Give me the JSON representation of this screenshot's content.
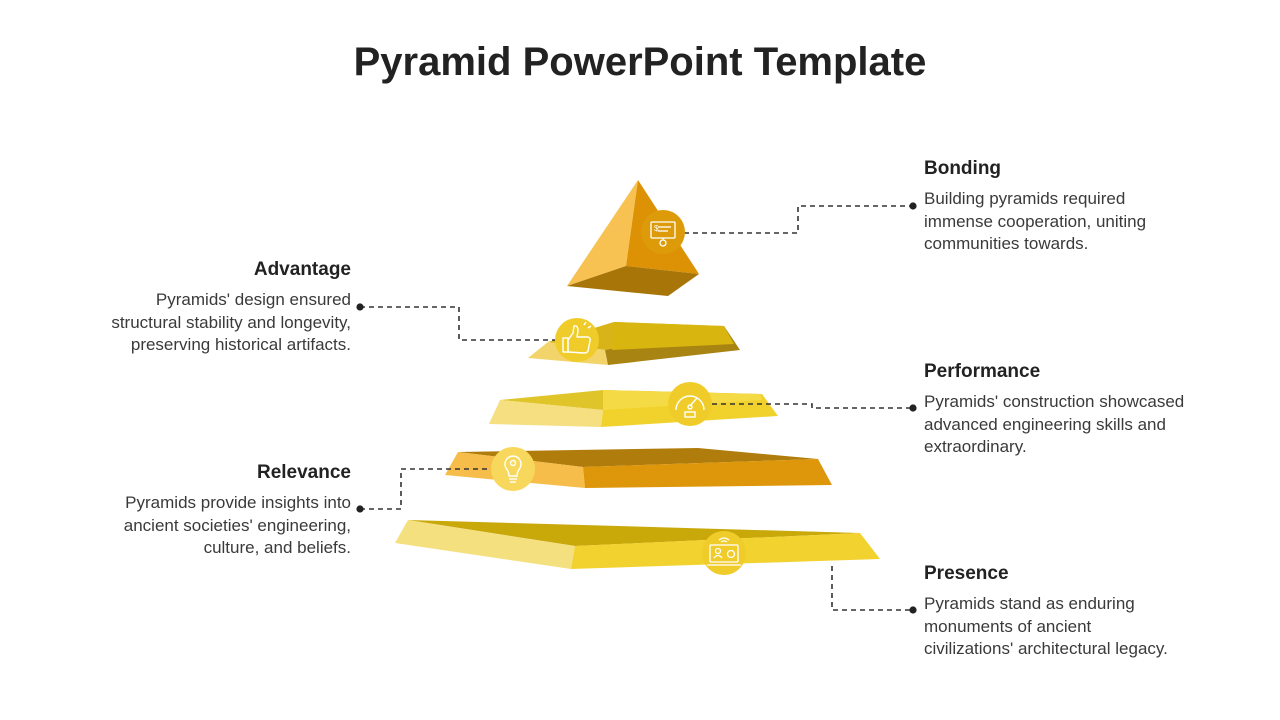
{
  "title": "Pyramid PowerPoint Template",
  "colors": {
    "connector": "#333333",
    "icon_circle_gold": "#f0cc2b",
    "icon_circle_orange": "#dd9b0a",
    "icon_line": "#ffffff"
  },
  "items": [
    {
      "heading": "Bonding",
      "body": [
        "Building pyramids required",
        "immense cooperation, uniting",
        "communities towards."
      ],
      "icon": "presentation-board-icon"
    },
    {
      "heading": "Advantage",
      "body": [
        "Pyramids' design ensured",
        "structural stability and longevity,",
        "preserving historical artifacts."
      ],
      "icon": "thumbs-up-icon"
    },
    {
      "heading": "Performance",
      "body": [
        "Pyramids' construction showcased",
        "advanced engineering skills and",
        "extraordinary."
      ],
      "icon": "speedometer-icon"
    },
    {
      "heading": "Relevance",
      "body": [
        "Pyramids provide insights into",
        "ancient societies' engineering,",
        "culture, and beliefs."
      ],
      "icon": "lightbulb-icon"
    },
    {
      "heading": "Presence",
      "body": [
        "Pyramids stand as enduring",
        "monuments of ancient",
        "civilizations' architectural legacy."
      ],
      "icon": "remote-work-icon"
    }
  ]
}
